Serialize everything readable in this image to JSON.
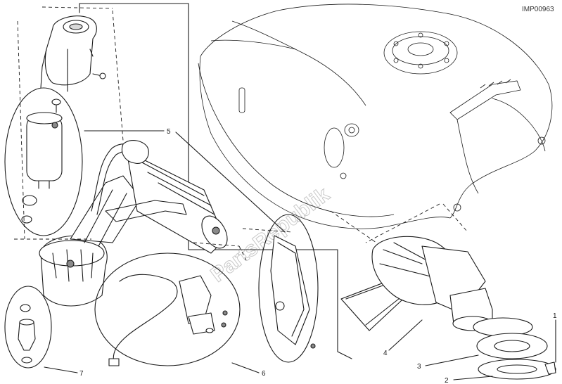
{
  "diagram": {
    "code": "IMP00963",
    "watermark": "PartsRepublik",
    "callouts": [
      {
        "id": "1",
        "label": "1"
      },
      {
        "id": "2",
        "label": "2"
      },
      {
        "id": "3",
        "label": "3"
      },
      {
        "id": "4",
        "label": "4"
      },
      {
        "id": "5",
        "label": "5"
      },
      {
        "id": "6",
        "label": "6"
      },
      {
        "id": "7",
        "label": "7"
      }
    ]
  }
}
